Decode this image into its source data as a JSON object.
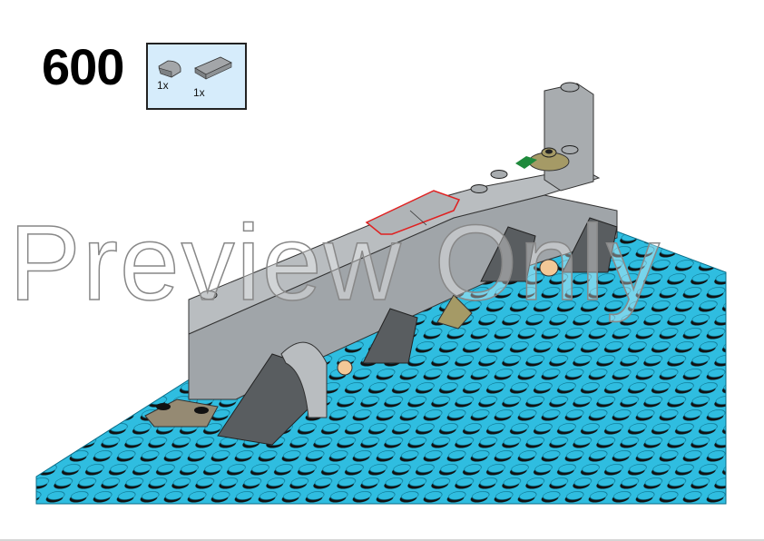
{
  "page": {
    "step_number": "600",
    "watermark": "Preview Only"
  },
  "parts_list": {
    "items": [
      {
        "part": "quarter-round-tile-1x1",
        "color": "light-bluish-gray",
        "quantity": "1x"
      },
      {
        "part": "tile-1x2",
        "color": "light-bluish-gray",
        "quantity": "1x"
      }
    ],
    "background": "#d6ecfb"
  },
  "colors": {
    "baseplate": "#2fbde0",
    "wall_light": "#a0a5a9",
    "wall_dark": "#595d60",
    "tan": "#958a73",
    "olive": "#a59a66",
    "highlight": "#e02020"
  }
}
